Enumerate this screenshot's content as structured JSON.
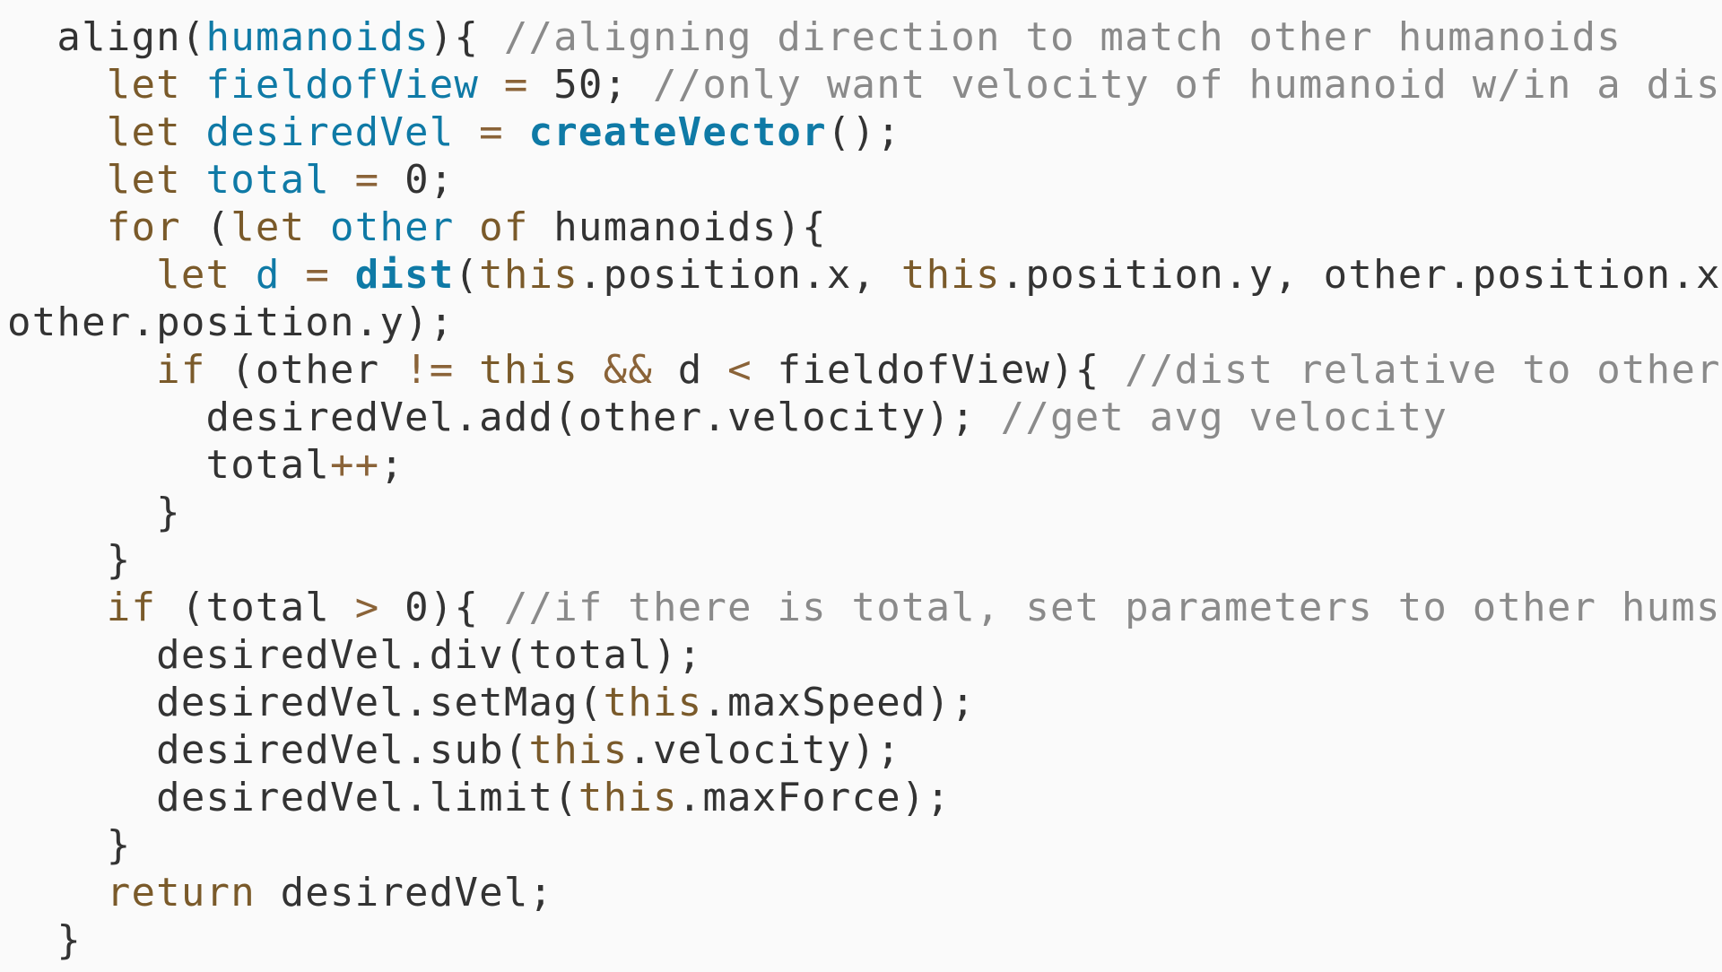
{
  "code": {
    "lines": [
      {
        "indent": "  ",
        "tokens": [
          {
            "t": "align(",
            "c": "plain"
          },
          {
            "t": "humanoids",
            "c": "var"
          },
          {
            "t": "){ ",
            "c": "plain"
          },
          {
            "t": "//aligning direction to match other humanoids",
            "c": "cm"
          }
        ]
      },
      {
        "indent": "    ",
        "tokens": [
          {
            "t": "let ",
            "c": "kw"
          },
          {
            "t": "fieldofView",
            "c": "var"
          },
          {
            "t": " = ",
            "c": "op"
          },
          {
            "t": "50",
            "c": "plain"
          },
          {
            "t": "; ",
            "c": "plain"
          },
          {
            "t": "//only want velocity of humanoid w/in a dist",
            "c": "cm"
          }
        ]
      },
      {
        "indent": "    ",
        "tokens": [
          {
            "t": "let ",
            "c": "kw"
          },
          {
            "t": "desiredVel",
            "c": "var"
          },
          {
            "t": " = ",
            "c": "op"
          },
          {
            "t": "createVector",
            "c": "fn"
          },
          {
            "t": "();",
            "c": "plain"
          }
        ]
      },
      {
        "indent": "    ",
        "tokens": [
          {
            "t": "let ",
            "c": "kw"
          },
          {
            "t": "total",
            "c": "var"
          },
          {
            "t": " = ",
            "c": "op"
          },
          {
            "t": "0",
            "c": "plain"
          },
          {
            "t": ";",
            "c": "plain"
          }
        ]
      },
      {
        "indent": "    ",
        "tokens": [
          {
            "t": "for ",
            "c": "kw"
          },
          {
            "t": "(",
            "c": "plain"
          },
          {
            "t": "let ",
            "c": "kw"
          },
          {
            "t": "other",
            "c": "var"
          },
          {
            "t": " of ",
            "c": "kw"
          },
          {
            "t": "humanoids){",
            "c": "plain"
          }
        ]
      },
      {
        "indent": "      ",
        "tokens": [
          {
            "t": "let ",
            "c": "kw"
          },
          {
            "t": "d",
            "c": "var"
          },
          {
            "t": " = ",
            "c": "op"
          },
          {
            "t": "dist",
            "c": "fn"
          },
          {
            "t": "(",
            "c": "plain"
          },
          {
            "t": "this",
            "c": "kw"
          },
          {
            "t": ".position.x, ",
            "c": "plain"
          },
          {
            "t": "this",
            "c": "kw"
          },
          {
            "t": ".position.y, other.position.x,",
            "c": "plain"
          }
        ]
      },
      {
        "indent": "",
        "tokens": [
          {
            "t": "other.position.y);",
            "c": "plain"
          }
        ]
      },
      {
        "indent": "      ",
        "tokens": [
          {
            "t": "if ",
            "c": "kw"
          },
          {
            "t": "(other ",
            "c": "plain"
          },
          {
            "t": "!=",
            "c": "op"
          },
          {
            "t": " ",
            "c": "plain"
          },
          {
            "t": "this",
            "c": "kw"
          },
          {
            "t": " ",
            "c": "plain"
          },
          {
            "t": "&&",
            "c": "op"
          },
          {
            "t": " d ",
            "c": "plain"
          },
          {
            "t": "<",
            "c": "op"
          },
          {
            "t": " fieldofView){ ",
            "c": "plain"
          },
          {
            "t": "//dist relative to others",
            "c": "cm"
          }
        ]
      },
      {
        "indent": "        ",
        "tokens": [
          {
            "t": "desiredVel.add(other.velocity); ",
            "c": "plain"
          },
          {
            "t": "//get avg velocity",
            "c": "cm"
          }
        ]
      },
      {
        "indent": "        ",
        "tokens": [
          {
            "t": "total",
            "c": "plain"
          },
          {
            "t": "++",
            "c": "op"
          },
          {
            "t": ";",
            "c": "plain"
          }
        ]
      },
      {
        "indent": "      ",
        "tokens": [
          {
            "t": "}",
            "c": "plain"
          }
        ]
      },
      {
        "indent": "    ",
        "tokens": [
          {
            "t": "}",
            "c": "plain"
          }
        ]
      },
      {
        "indent": "    ",
        "tokens": [
          {
            "t": "if ",
            "c": "kw"
          },
          {
            "t": "(total ",
            "c": "plain"
          },
          {
            "t": ">",
            "c": "op"
          },
          {
            "t": " 0){ ",
            "c": "plain"
          },
          {
            "t": "//if there is total, set parameters to other hums",
            "c": "cm"
          }
        ]
      },
      {
        "indent": "      ",
        "tokens": [
          {
            "t": "desiredVel.div(total);",
            "c": "plain"
          }
        ]
      },
      {
        "indent": "      ",
        "tokens": [
          {
            "t": "desiredVel.setMag(",
            "c": "plain"
          },
          {
            "t": "this",
            "c": "kw"
          },
          {
            "t": ".maxSpeed);",
            "c": "plain"
          }
        ]
      },
      {
        "indent": "      ",
        "tokens": [
          {
            "t": "desiredVel.sub(",
            "c": "plain"
          },
          {
            "t": "this",
            "c": "kw"
          },
          {
            "t": ".velocity);",
            "c": "plain"
          }
        ]
      },
      {
        "indent": "      ",
        "tokens": [
          {
            "t": "desiredVel.limit(",
            "c": "plain"
          },
          {
            "t": "this",
            "c": "kw"
          },
          {
            "t": ".maxForce);",
            "c": "plain"
          }
        ]
      },
      {
        "indent": "    ",
        "tokens": [
          {
            "t": "}",
            "c": "plain"
          }
        ]
      },
      {
        "indent": "    ",
        "tokens": [
          {
            "t": "return ",
            "c": "kw"
          },
          {
            "t": "desiredVel;",
            "c": "plain"
          }
        ]
      },
      {
        "indent": "  ",
        "tokens": [
          {
            "t": "}",
            "c": "plain"
          }
        ]
      }
    ]
  },
  "colors": {
    "background": "#fafafa",
    "plain": "#333333",
    "keyword": "#7a5a2a",
    "variable": "#0f7aa6",
    "comment": "#8a8a8a",
    "operator": "#8a6338"
  }
}
